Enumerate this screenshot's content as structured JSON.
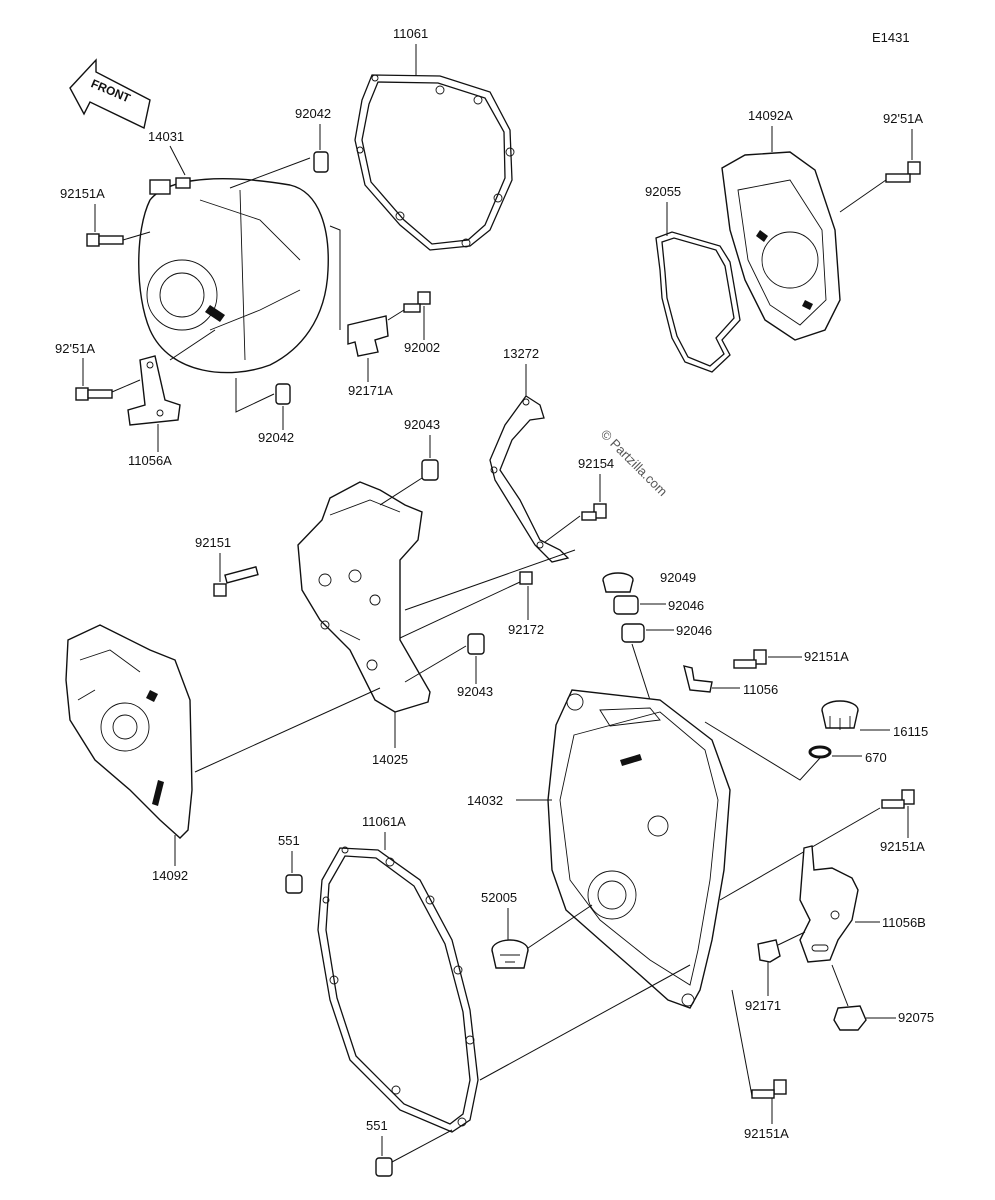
{
  "diagram": {
    "code": "E1431",
    "front_label": "FRONT",
    "watermark": "© Partzilla.com",
    "footer_note": "",
    "labels": {
      "p11061": "11061",
      "p14031": "14031",
      "p92042_top": "92042",
      "p92151A_left": "92151A",
      "p92151A_left2": "92'51A",
      "p11056A": "11056A",
      "p92042_bottom": "92042",
      "p92002": "92002",
      "p92171A": "92171A",
      "p14092A": "14092A",
      "p92151A_topright": "92'51A",
      "p92055": "92055",
      "p13272": "13272",
      "p92043_top": "92043",
      "p92154": "92154",
      "p92151": "92151",
      "p92172": "92172",
      "p92043_bottom": "92043",
      "p14025": "14025",
      "p14092": "14092",
      "p92049": "92049",
      "p92046_a": "92046",
      "p92046_b": "92046",
      "p92151A_mid": "92151A",
      "p11056": "11056",
      "p16115": "16115",
      "p670": "670",
      "p14032": "14032",
      "p92151A_right": "92151A",
      "p11056B": "11056B",
      "p551_top": "551",
      "p11061A": "11061A",
      "p52005": "52005",
      "p92171": "92171",
      "p92075": "92075",
      "p92151A_bottom": "92151A",
      "p551_bottom": "551"
    }
  }
}
